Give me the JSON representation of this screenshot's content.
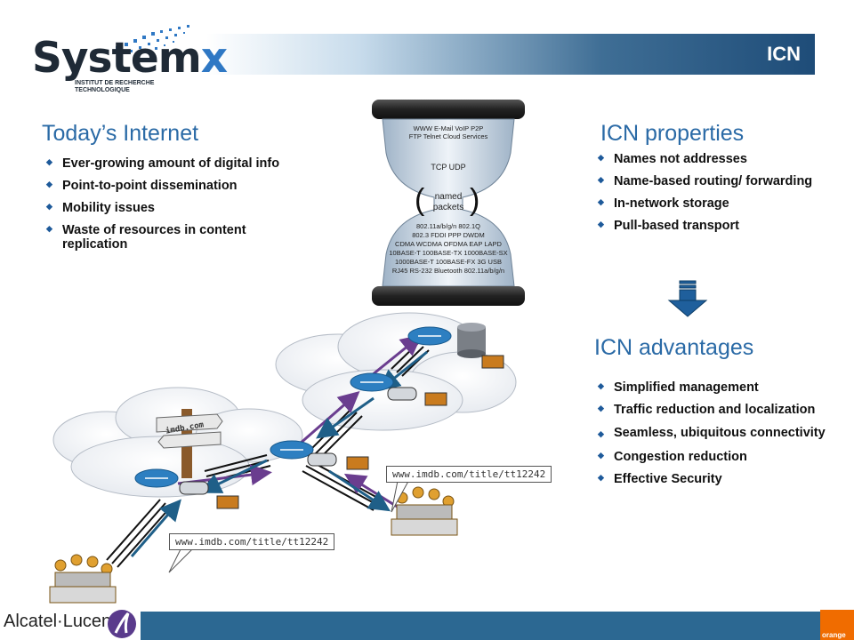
{
  "header": {
    "title": "ICN"
  },
  "logo": {
    "main": "System",
    "x": "x",
    "sub_line1": "INSTITUT DE RECHERCHE",
    "sub_line2": "TECHNOLOGIQUE"
  },
  "left_section": {
    "heading": "Today’s Internet",
    "items": [
      "Ever-growing amount of digital info",
      "Point-to-point dissemination",
      "Mobility issues",
      "Waste of resources in content replication"
    ]
  },
  "right_section": {
    "heading": "ICN properties",
    "items": [
      "Names not addresses",
      "Name-based routing/ forwarding",
      "In-network storage",
      "Pull-based transport"
    ]
  },
  "advantages": {
    "heading": "ICN advantages",
    "items": [
      "Simplified management",
      "Traffic reduction and localization",
      " Seamless, ubiquitous connectivity",
      "Congestion reduction",
      "Effective Security"
    ]
  },
  "hourglass": {
    "row1": "WWW    E-Mail    VoIP    P2P",
    "row2": "FTP    Telnet   Cloud Services",
    "row3": "TCP      UDP",
    "named": "named",
    "packets": "packets",
    "row4": "802.11a/b/g/n   802.1Q",
    "row5": "802.3   FDDI   PPP   DWDM",
    "row6": "CDMA   WCDMA  OFDMA  EAP  LAPD",
    "row7": "10BASE-T  100BASE-TX  1000BASE-SX",
    "row8": "1000BASE-T  100BASE-FX  3G  USB",
    "row9": "RJ45  RS-232  Bluetooth  802.11a/b/g/n"
  },
  "signpost": "imdb.com",
  "url1": "www.imdb.com/title/tt12242",
  "url2": "www.imdb.com/title/tt12242",
  "footer": {
    "alcatel": "Alcatel·Lucent",
    "orange": "orange"
  }
}
